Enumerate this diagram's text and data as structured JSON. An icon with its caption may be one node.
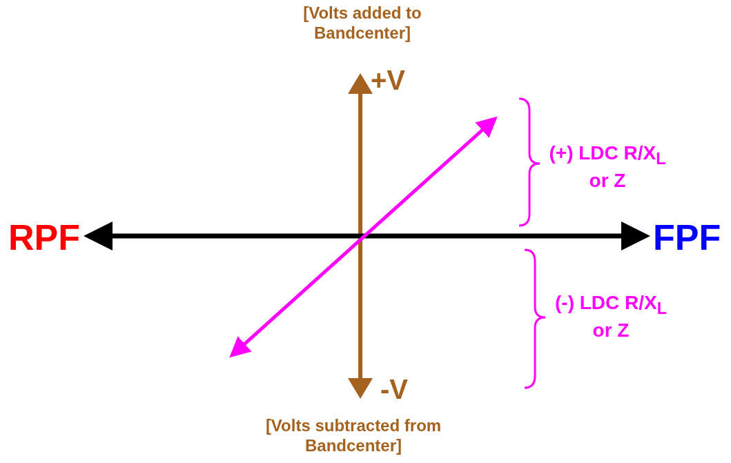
{
  "diagram": {
    "labels": [
      "[Volts added to Bandcenter]",
      "+V",
      "(+) LDC R/X$_{L}$ or Z",
      "RPF",
      "FPF",
      "(-) LDC R/X$_{L}$ or Z",
      "-V",
      "[Volts subtracted from Bandcenter]"
    ]
  }
}
